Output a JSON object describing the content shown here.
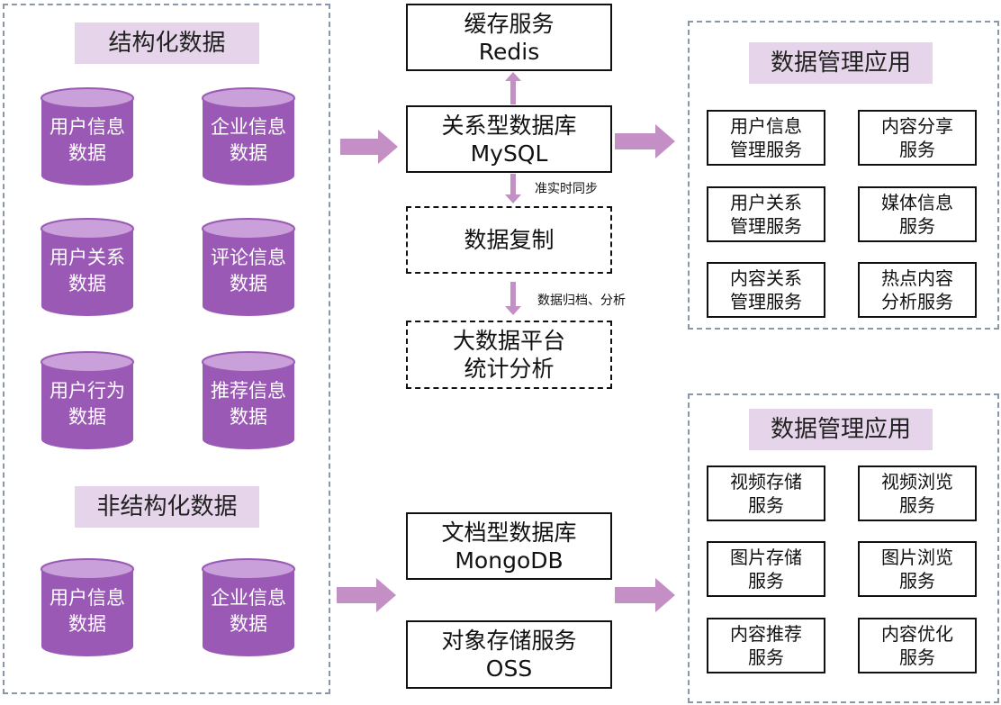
{
  "structured": {
    "title": "结构化数据",
    "items": [
      {
        "l1": "用户信息",
        "l2": "数据"
      },
      {
        "l1": "企业信息",
        "l2": "数据"
      },
      {
        "l1": "用户关系",
        "l2": "数据"
      },
      {
        "l1": "评论信息",
        "l2": "数据"
      },
      {
        "l1": "用户行为",
        "l2": "数据"
      },
      {
        "l1": "推荐信息",
        "l2": "数据"
      }
    ]
  },
  "unstructured": {
    "title": "非结构化数据",
    "items": [
      {
        "l1": "用户信息",
        "l2": "数据"
      },
      {
        "l1": "企业信息",
        "l2": "数据"
      }
    ]
  },
  "middle": {
    "cache": {
      "l1": "缓存服务",
      "l2": "Redis"
    },
    "mysql": {
      "l1": "关系型数据库",
      "l2": "MySQL"
    },
    "sync_note": "准实时同步",
    "replication": {
      "l1": "数据复制"
    },
    "archive_note": "数据归档、分析",
    "bigdata": {
      "l1": "大数据平台",
      "l2": "统计分析"
    },
    "mongo": {
      "l1": "文档型数据库",
      "l2": "MongoDB"
    },
    "oss": {
      "l1": "对象存储服务",
      "l2": "OSS"
    }
  },
  "apps_top": {
    "title": "数据管理应用",
    "services": [
      {
        "l1": "用户信息",
        "l2": "管理服务"
      },
      {
        "l1": "内容分享",
        "l2": "服务"
      },
      {
        "l1": "用户关系",
        "l2": "管理服务"
      },
      {
        "l1": "媒体信息",
        "l2": "服务"
      },
      {
        "l1": "内容关系",
        "l2": "管理服务"
      },
      {
        "l1": "热点内容",
        "l2": "分析服务"
      }
    ]
  },
  "apps_bottom": {
    "title": "数据管理应用",
    "services": [
      {
        "l1": "视频存储",
        "l2": "服务"
      },
      {
        "l1": "视频浏览",
        "l2": "服务"
      },
      {
        "l1": "图片存储",
        "l2": "服务"
      },
      {
        "l1": "图片浏览",
        "l2": "服务"
      },
      {
        "l1": "内容推荐",
        "l2": "服务"
      },
      {
        "l1": "内容优化",
        "l2": "服务"
      }
    ]
  },
  "colors": {
    "db_fill": "#9b59b6",
    "db_top": "#c9a0d9",
    "arrow": "#c38fc4",
    "label_bg": "#e6d5ea",
    "panel_border": "#8a97a8"
  }
}
